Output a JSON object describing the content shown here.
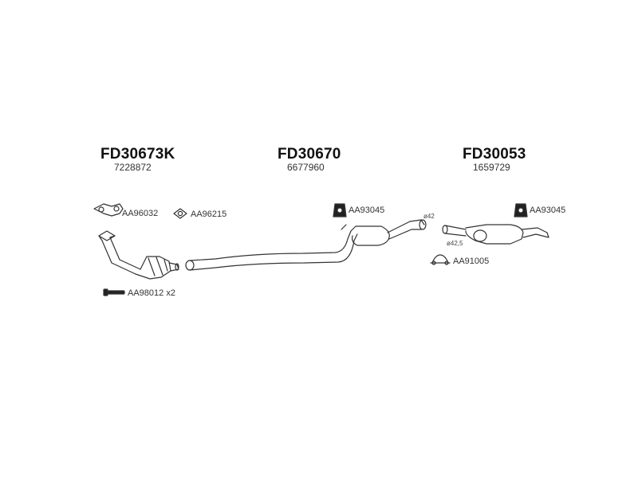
{
  "groups": [
    {
      "part_number": "FD30673K",
      "oem_number": "7228872"
    },
    {
      "part_number": "FD30670",
      "oem_number": "6677960"
    },
    {
      "part_number": "FD30053",
      "oem_number": "1659729"
    }
  ],
  "fittings": {
    "gasket_1": "AA96032",
    "gasket_2": "AA96215",
    "bolt": "AA98012 x2",
    "hanger_1": "AA93045",
    "hanger_2": "AA93045",
    "clamp": "AA91005"
  },
  "dimensions": {
    "d1": "ø42",
    "d2": "ø42,5"
  }
}
